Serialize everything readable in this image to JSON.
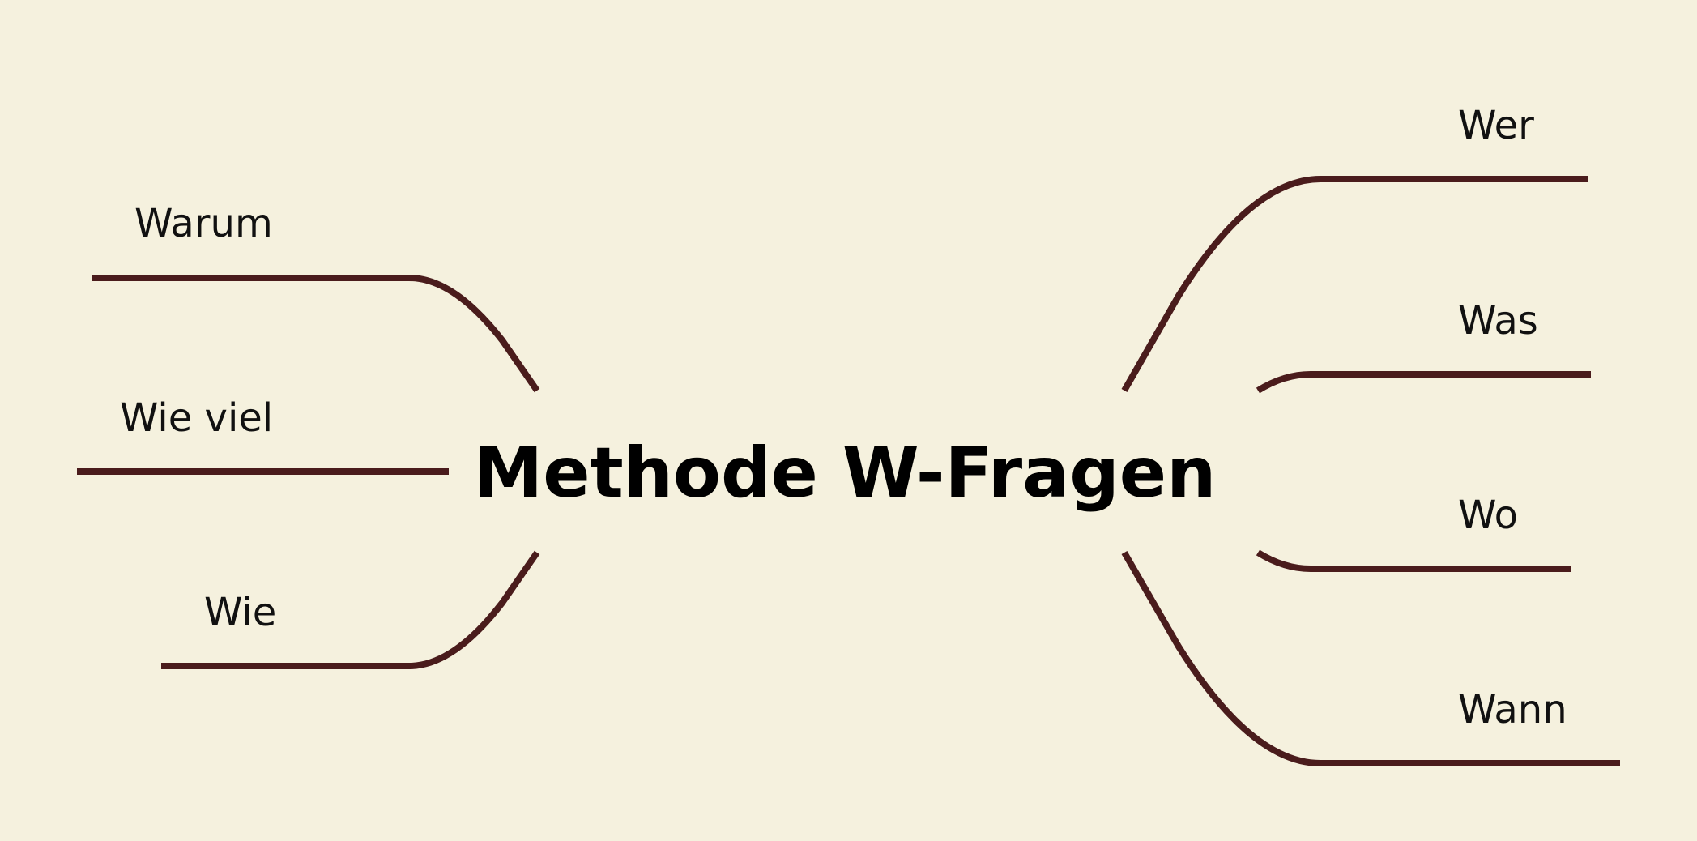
{
  "title": "Methode W-Fragen",
  "colors": {
    "background": "#f5f1de",
    "line": "#4a1c1c",
    "text": "#111111"
  },
  "branches": {
    "warum": "Warum",
    "wie_viel": "Wie viel",
    "wie": "Wie",
    "wer": "Wer",
    "was": "Was",
    "wo": "Wo",
    "wann": "Wann"
  }
}
